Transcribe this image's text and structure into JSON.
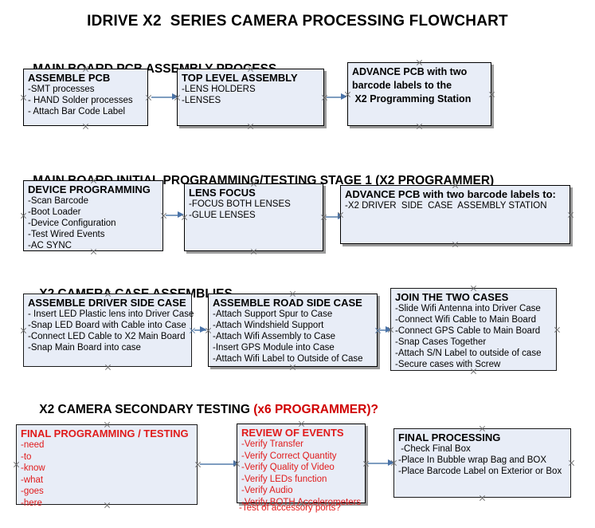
{
  "document": {
    "title": "IDRIVE X2  SERIES CAMERA PROCESSING FLOWCHART"
  },
  "sections": [
    {
      "heading": "MAIN BOARD PCB ASSEMBLY PROCESS",
      "heading_accent": "",
      "nodes": [
        {
          "title": "ASSEMBLE PCB",
          "lines": [
            "-SMT processes",
            "- HAND Solder processes",
            "- Attach Bar Code Label"
          ]
        },
        {
          "title": "TOP LEVEL ASSEMBLY",
          "lines": [
            "-LENS HOLDERS",
            "-LENSES"
          ]
        },
        {
          "title": "ADVANCE PCB with two",
          "lines": [
            "barcode labels to the",
            " X2 Programming Station"
          ]
        }
      ]
    },
    {
      "heading": "MAIN BOARD INITIAL PROGRAMMING/TESTING STAGE 1 (X2 PROGRAMMER)",
      "heading_accent": "",
      "nodes": [
        {
          "title": "DEVICE PROGRAMMING",
          "lines": [
            "-Scan Barcode",
            "-Boot Loader",
            "-Device Configuration",
            "-Test Wired Events",
            "-AC SYNC"
          ]
        },
        {
          "title": "LENS FOCUS",
          "lines": [
            "-FOCUS BOTH LENSES",
            "-GLUE LENSES"
          ]
        },
        {
          "title": "ADVANCE PCB with two barcode labels to:",
          "lines": [
            "-X2 DRIVER  SIDE  CASE  ASSEMBLY STATION"
          ]
        }
      ]
    },
    {
      "heading": "X2 CAMERA CASE ASSEMBLIES",
      "heading_accent": "",
      "nodes": [
        {
          "title": "ASSEMBLE DRIVER SIDE CASE",
          "lines": [
            "- Insert LED Plastic lens into Driver Case",
            "-Snap LED Board with Cable into Case",
            "-Connect LED Cable to X2 Main Board",
            "-Snap Main Board into case"
          ]
        },
        {
          "title": "ASSEMBLE ROAD SIDE CASE",
          "lines": [
            "-Attach Support Spur to Case",
            "-Attach Windshield Support",
            "-Attach Wifi Assembly to Case",
            "-Insert GPS Module into Case",
            "-Attach Wifi Label to Outside of Case"
          ]
        },
        {
          "title": "JOIN THE TWO CASES",
          "lines": [
            "-Slide Wifi Antenna into Driver Case",
            "-Connect Wifi Cable to Main Board",
            "-Connect GPS Cable to Main Board",
            "-Snap Cases Together",
            "-Attach S/N Label to outside of case",
            "-Secure cases with Screw"
          ]
        }
      ]
    },
    {
      "heading": "X2 CAMERA SECONDARY TESTING ",
      "heading_accent": "(x6 PROGRAMMER)?",
      "nodes": [
        {
          "title": "FINAL PROGRAMMING / TESTING",
          "lines": [
            "-need",
            "-to",
            "-know",
            "-what",
            "-goes",
            "-here"
          ]
        },
        {
          "title": "REVIEW OF EVENTS",
          "lines": [
            "-Verify Transfer",
            "-Verify Correct Quantity",
            "-Verify Quality of Video",
            "-Verify LEDs function",
            "-Verify Audio",
            "-Verify BOTH Accelerometers"
          ],
          "overflow_line": "-Test of accessory ports?"
        },
        {
          "title": "FINAL PROCESSING",
          "lines": [
            " -Check Final Box",
            "-Place In Bubble wrap Bag and BOX",
            "-Place Barcode Label on Exterior or Box"
          ]
        }
      ]
    }
  ],
  "colors": {
    "node_fill": "#e8edf7",
    "node_border": "#000000",
    "connector": "#7e9dc0",
    "arrowhead": "#4a73a8",
    "accent_red": "#e01b1b",
    "heading_accent_red": "#d00000",
    "handle": "#6e6e6e",
    "shadow": "#9a9a9a"
  }
}
